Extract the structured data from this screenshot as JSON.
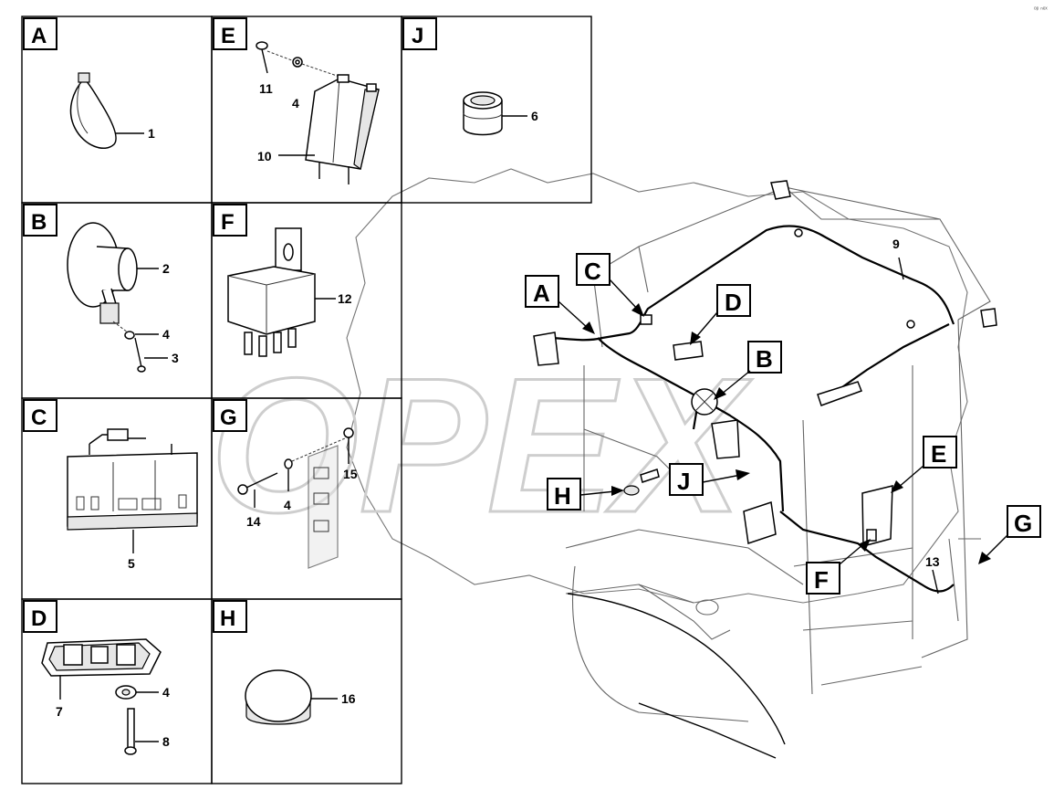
{
  "panels": [
    {
      "id": "A",
      "letter": "A",
      "parts": [
        "1"
      ]
    },
    {
      "id": "E",
      "letter": "E",
      "parts": [
        "11",
        "4",
        "10"
      ]
    },
    {
      "id": "J",
      "letter": "J",
      "parts": [
        "6"
      ]
    },
    {
      "id": "B",
      "letter": "B",
      "parts": [
        "2",
        "4",
        "3"
      ]
    },
    {
      "id": "F",
      "letter": "F",
      "parts": [
        "12"
      ]
    },
    {
      "id": "C",
      "letter": "C",
      "parts": [
        "5"
      ]
    },
    {
      "id": "G",
      "letter": "G",
      "parts": [
        "15",
        "14",
        "4"
      ]
    },
    {
      "id": "D",
      "letter": "D",
      "parts": [
        "4",
        "7",
        "8"
      ]
    },
    {
      "id": "H",
      "letter": "H",
      "parts": [
        "16"
      ]
    }
  ],
  "callouts": [
    "A",
    "C",
    "D",
    "B",
    "H",
    "J",
    "E",
    "F",
    "G"
  ],
  "overview_parts": [
    "9",
    "13"
  ],
  "watermark": {
    "text": "OPEX",
    "color": "#c9c9c9"
  },
  "corner_mark": "ᵒᵖ ⁿᵉˣ"
}
